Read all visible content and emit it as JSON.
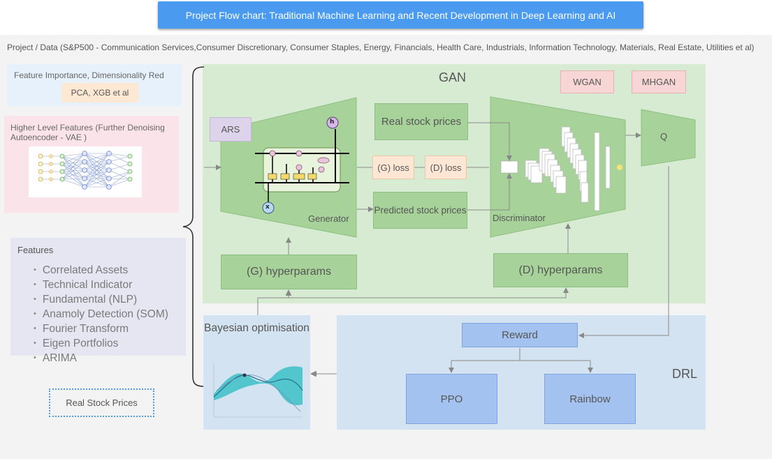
{
  "header": {
    "title": "Project Flow chart: Traditional Machine Learning and Recent Development in Deep Learning and AI"
  },
  "subtitle": "Project / Data (S&P500 - Communication Services,Consumer Discretionary, Consumer Staples,  Energy, Financials, Health Care, Industrials, Information Technology, Materials, Real Estate, Utilities et al)",
  "left": {
    "feature_importance": {
      "title": "Feature Importance, Dimensionality Red",
      "methods": "PCA, XGB et al"
    },
    "vae": {
      "title": "Higher Level Features (Further Denoising Autoencoder - VAE )"
    },
    "features": {
      "title": "Features",
      "items": [
        "Correlated Assets",
        "Technical Indicator",
        "Fundamental (NLP)",
        "Anamoly Detection (SOM)",
        "Fourier Transform",
        "Eigen Portfolios",
        "ARIMA"
      ]
    },
    "real_prices": "Real Stock Prices"
  },
  "gan": {
    "title": "GAN",
    "variants": [
      "WGAN",
      "MHGAN"
    ],
    "ars": "ARS",
    "generator": "Generator",
    "discriminator": "Discriminator",
    "real_stock": "Real stock prices",
    "predicted_stock": "Predicted stock prices",
    "g_loss": "(G) loss",
    "d_loss": "(D) loss",
    "g_hyper": "(G) hyperparams",
    "d_hyper": "(D) hyperparams",
    "q": "Q",
    "lstm_glyphs": {
      "input": "x",
      "output": "h"
    }
  },
  "bayes": {
    "title": "Bayesian optimisation"
  },
  "drl": {
    "title": "DRL",
    "reward": "Reward",
    "agents": [
      "PPO",
      "Rainbow"
    ]
  },
  "colors": {
    "title_bar": "#4a9bf0",
    "gan_panel": "#d7ebd2",
    "drl_panel": "#d4e3f1",
    "green_box": "#a7d39a",
    "blue_box": "#a4c2ef"
  }
}
